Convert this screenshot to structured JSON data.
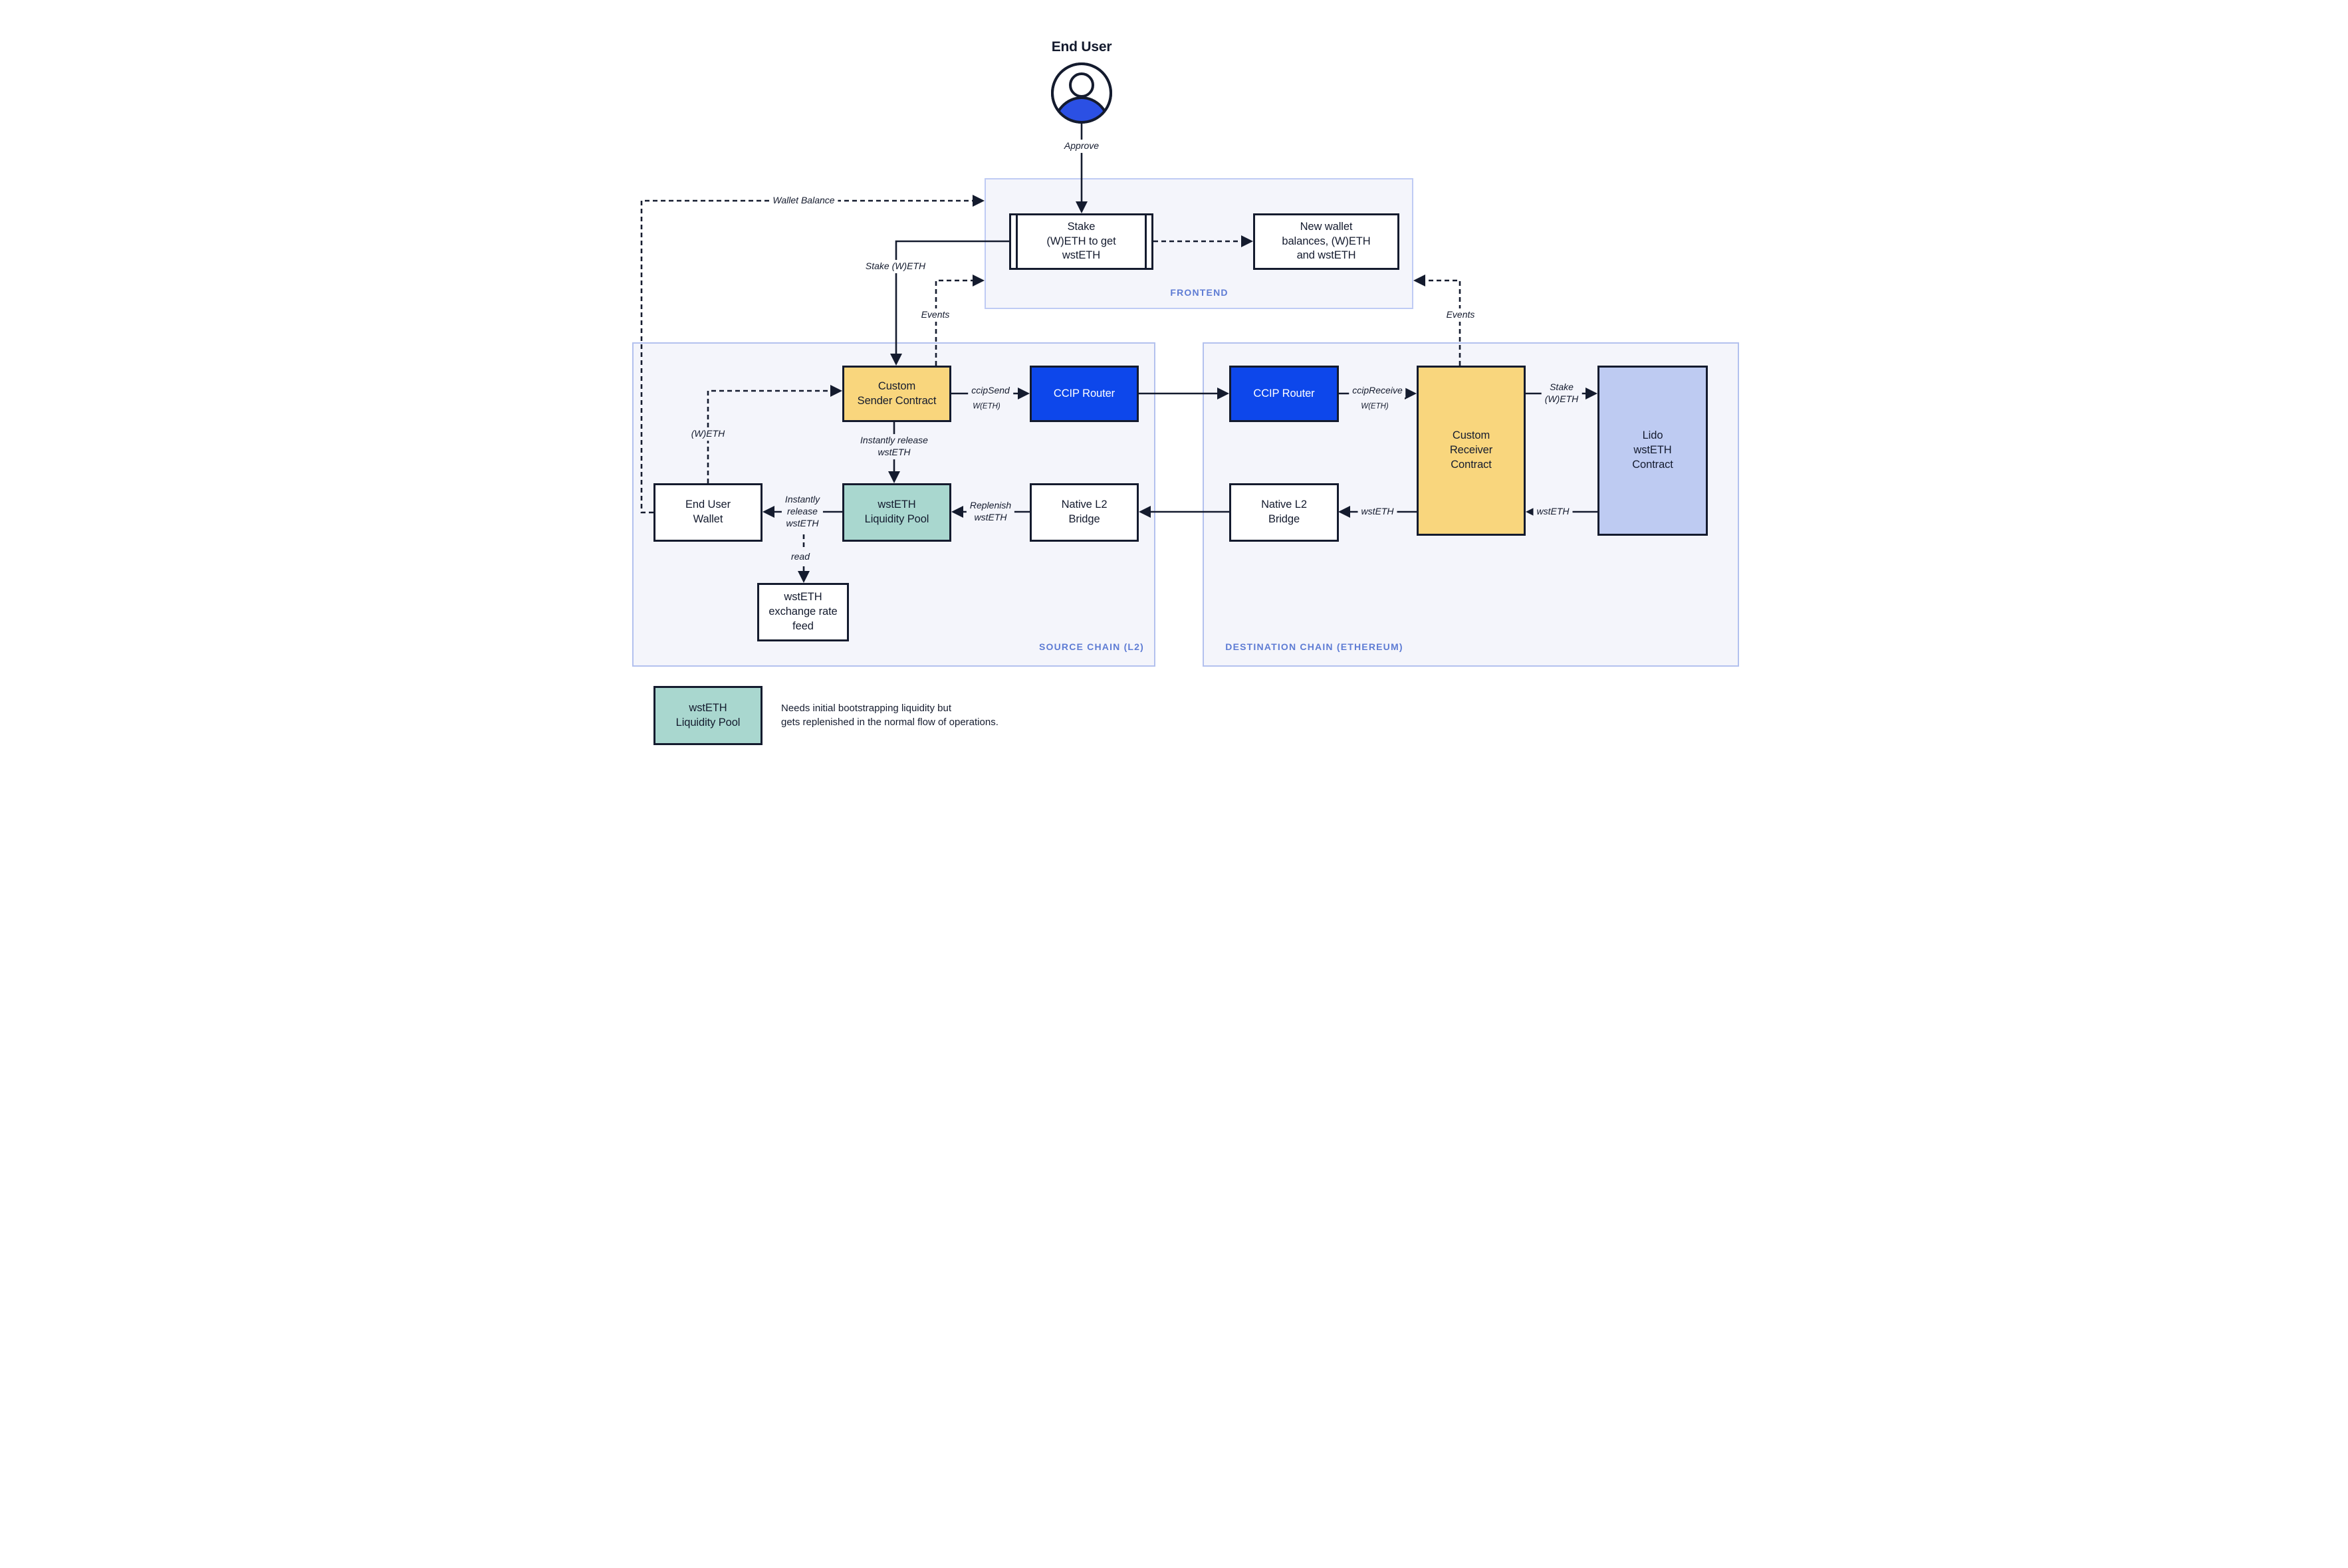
{
  "diagram": {
    "title": "End User",
    "sections": {
      "frontend": {
        "label": "FRONTEND"
      },
      "source_chain": {
        "label": "SOURCE CHAIN (L2)"
      },
      "destination_chain": {
        "label": "DESTINATION CHAIN (ETHEREUM)"
      }
    },
    "nodes": {
      "stake_box": {
        "label": "Stake\n(W)ETH to get\nwstETH"
      },
      "new_wallet_box": {
        "label": "New wallet\nbalances, (W)ETH\nand wstETH"
      },
      "custom_sender": {
        "label": "Custom\nSender Contract"
      },
      "ccip_router_source": {
        "label": "CCIP Router"
      },
      "ccip_router_dest": {
        "label": "CCIP Router"
      },
      "custom_receiver": {
        "label": "Custom\nReceiver\nContract"
      },
      "lido_contract": {
        "label": "Lido\nwstETH\nContract"
      },
      "end_user_wallet": {
        "label": "End User\nWallet"
      },
      "liquidity_pool": {
        "label": "wstETH\nLiquidity Pool"
      },
      "native_bridge_source": {
        "label": "Native L2\nBridge"
      },
      "native_bridge_dest": {
        "label": "Native L2\nBridge"
      },
      "rate_feed": {
        "label": "wstETH\nexchange rate\nfeed"
      }
    },
    "edge_labels": {
      "approve": "Approve",
      "wallet_balance": "Wallet Balance",
      "stake_weth": "Stake (W)ETH",
      "events_left": "Events",
      "events_right": "Events",
      "weth": "(W)ETH",
      "ccip_send": "ccipSend",
      "ccip_send_sub": "W(ETH)",
      "ccip_receive": "ccipReceive",
      "ccip_receive_sub": "W(ETH)",
      "stake_weth_right": "Stake\n(W)ETH",
      "wsteth_lido_to_receiver": "wstETH",
      "wsteth_receiver_to_bridge": "wstETH",
      "replenish": "Replenish\nwstETH",
      "instantly_release_pool": "Instantly\nrelease\nwstETH",
      "instantly_release_sender": "Instantly release\nwstETH",
      "read": "read"
    },
    "legend": {
      "swatch_label": "wstETH\nLiquidity Pool",
      "note": "Needs initial bootstrapping liquidity but\ngets replenished in the normal flow of operations."
    },
    "colors": {
      "dark": "#141B2E",
      "ccip_blue": "#0D47EB",
      "yellow": "#F9D67D",
      "teal": "#A9D7CF",
      "lavender": "#BECBF2",
      "user_blue": "#2B50E4",
      "section_fill": "#F4F5FB",
      "section_border": "#B3C1EE",
      "frontend_border": "#BFCBF4",
      "label_blue": "#5E7CD4"
    }
  }
}
